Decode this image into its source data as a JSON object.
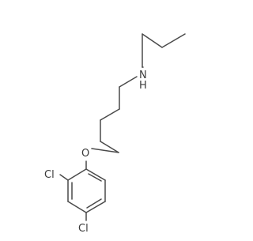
{
  "molecule": {
    "atoms": {
      "nitrogen": {
        "symbol": "N",
        "hydrogen": "H"
      },
      "oxygen": {
        "symbol": "O"
      },
      "chlorine_ortho": {
        "symbol": "Cl"
      },
      "chlorine_para": {
        "symbol": "Cl"
      }
    },
    "colors": {
      "bond": "#4a4a4a",
      "label": "#3a3a3a",
      "background": "#ffffff"
    }
  }
}
